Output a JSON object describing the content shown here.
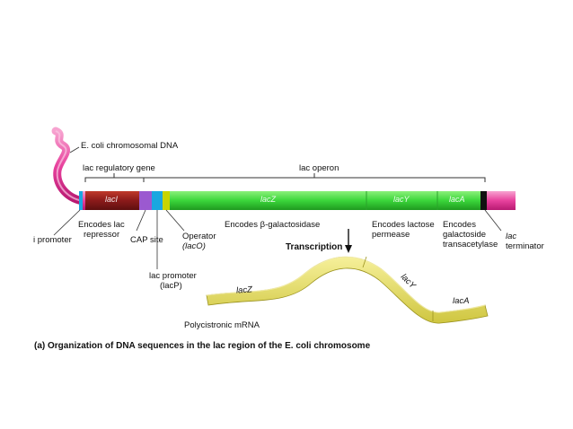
{
  "diagram": {
    "chromosome_label": "E. coli chromosomal DNA",
    "regulatory_gene_label": "lac regulatory gene",
    "operon_label": "lac operon",
    "segments": {
      "lacI": "lacI",
      "lacZ": "lacZ",
      "lacY": "lacY",
      "lacA": "lacA"
    },
    "below": {
      "i_promoter": "i promoter",
      "encodes_lac_repressor_1": "Encodes lac",
      "encodes_lac_repressor_2": "repressor",
      "cap_site": "CAP site",
      "operator_1": "Operator",
      "operator_2": "(lacO)",
      "encodes_bgal": "Encodes β-galactosidase",
      "encodes_lactose_1": "Encodes lactose",
      "encodes_lactose_2": "permease",
      "encodes_trans_1": "Encodes",
      "encodes_trans_2": "galactoside",
      "encodes_trans_3": "transacetylase",
      "terminator_1": "lac",
      "terminator_2": "terminator",
      "promoter_1": "lac promoter",
      "promoter_2": "(lacP)"
    },
    "transcription_label": "Transcription",
    "mrna": {
      "lacZ": "lacZ",
      "lacY": "lacY",
      "lacA": "lacA",
      "label": "Polycistronic mRNA"
    },
    "caption": "(a) Organization of DNA sequences in the lac region of the E. coli chromosome",
    "colors": {
      "dna_pink": "#e8419d",
      "lacI": "#8b1a1a",
      "cap": "#9b59d0",
      "promoter": "#1aa7e0",
      "operator": "#c8d400",
      "operon_green": "#3ad63a",
      "terminator": "#111111",
      "mrna_yellow": "#e6df55"
    }
  }
}
